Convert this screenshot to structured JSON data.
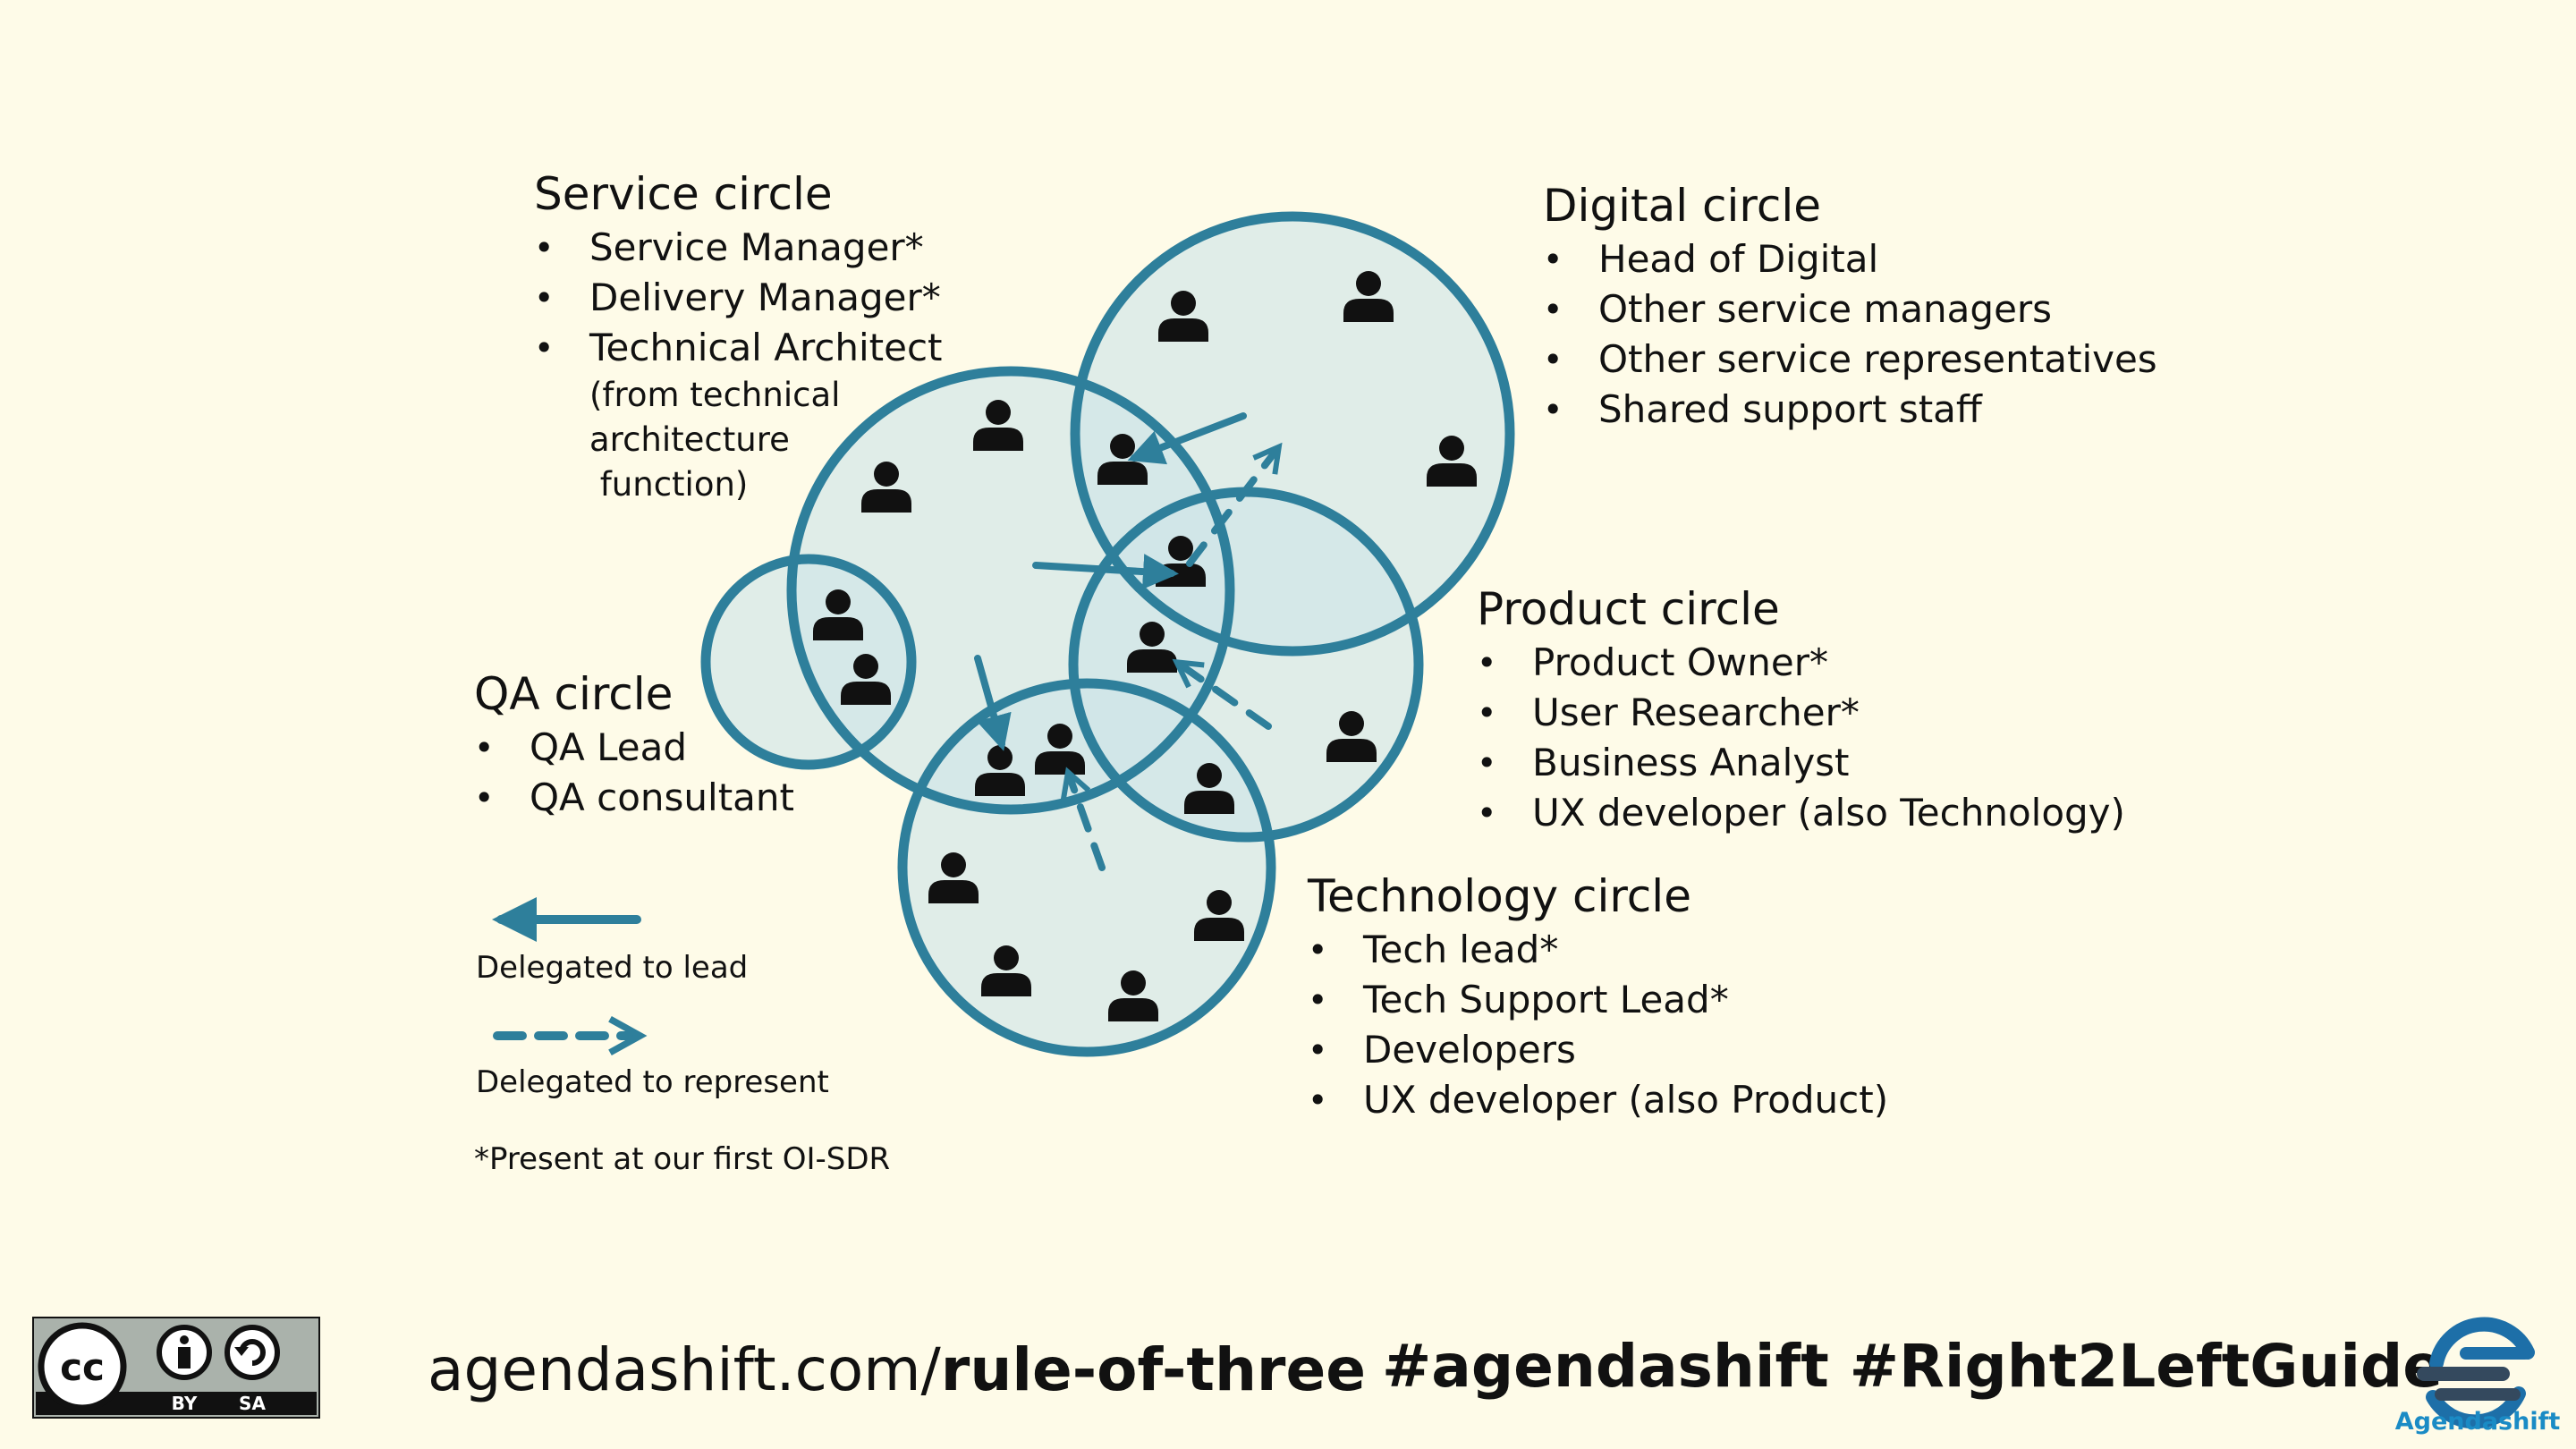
{
  "colors": {
    "background": "#fefbe8",
    "circle_stroke": "#2e7f9b",
    "circle_fill": "#cfe5e8",
    "person": "#111111",
    "arrow": "#2e7f9b"
  },
  "service": {
    "title": "Service circle",
    "items": [
      "Service Manager*",
      "Delivery Manager*",
      "Technical Architect"
    ],
    "note": [
      "(from technical",
      "architecture",
      " function)"
    ]
  },
  "digital": {
    "title": "Digital circle",
    "items": [
      "Head of Digital",
      "Other service managers",
      "Other service representatives",
      "Shared support staff"
    ]
  },
  "product": {
    "title": "Product circle",
    "items": [
      "Product Owner*",
      "User Researcher*",
      "Business Analyst",
      "UX developer (also Technology)"
    ]
  },
  "technology": {
    "title": "Technology circle",
    "items": [
      "Tech lead*",
      "Tech Support Lead*",
      "Developers",
      "UX developer (also Product)"
    ]
  },
  "qa": {
    "title": "QA circle",
    "items": [
      "QA Lead",
      "QA consultant"
    ]
  },
  "legend": {
    "lead": "Delegated to lead",
    "represent": "Delegated to represent",
    "footnote": "*Present at our first OI-SDR"
  },
  "footer": {
    "site_domain": "agendashift.com/",
    "site_path": "rule-of-three",
    "hashtags": "#agendashift #Right2LeftGuide",
    "brand": "Agendashift",
    "cc_by": "BY",
    "cc_sa": "SA"
  },
  "icons": {
    "person": "person-icon",
    "cc": "creative-commons-icon",
    "brand": "agendashift-logo-icon"
  }
}
